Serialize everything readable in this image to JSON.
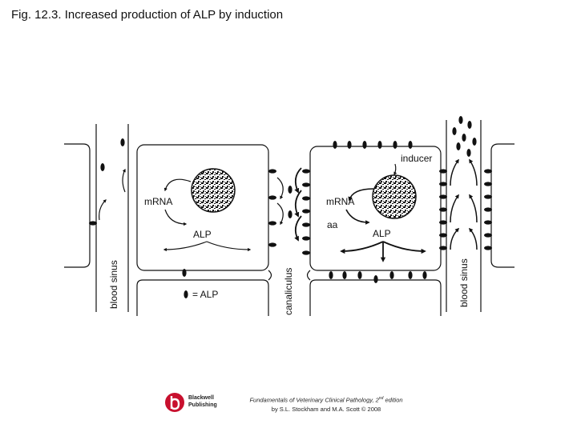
{
  "slide": {
    "title": "Fig. 12.3. Increased production of ALP by induction"
  },
  "diagram": {
    "labels": {
      "blood_sinus_left": "blood sinus",
      "blood_sinus_right": "blood sinus",
      "canaliculus": "canaliculus",
      "mrna_left": "mRNA",
      "mrna_right": "mRNA",
      "alp_left": "ALP",
      "alp_right": "ALP",
      "aa": "aa",
      "inducer": "inducer",
      "legend_alp": "= ALP"
    },
    "icons": [
      "nucleus-icon",
      "alp-molecule-icon",
      "arrow-icon"
    ]
  },
  "footer": {
    "publisher_line1": "Blackwell",
    "publisher_line2": "Publishing",
    "book_title": "Fundamentals of Veterinary Clinical Pathology, 2",
    "book_title_sup": "nd",
    "book_title_rest": " edition",
    "authors": "by S.L. Stockham and M.A. Scott © 2008"
  },
  "colors": {
    "line": "#111111",
    "logo": "#c8102e"
  }
}
